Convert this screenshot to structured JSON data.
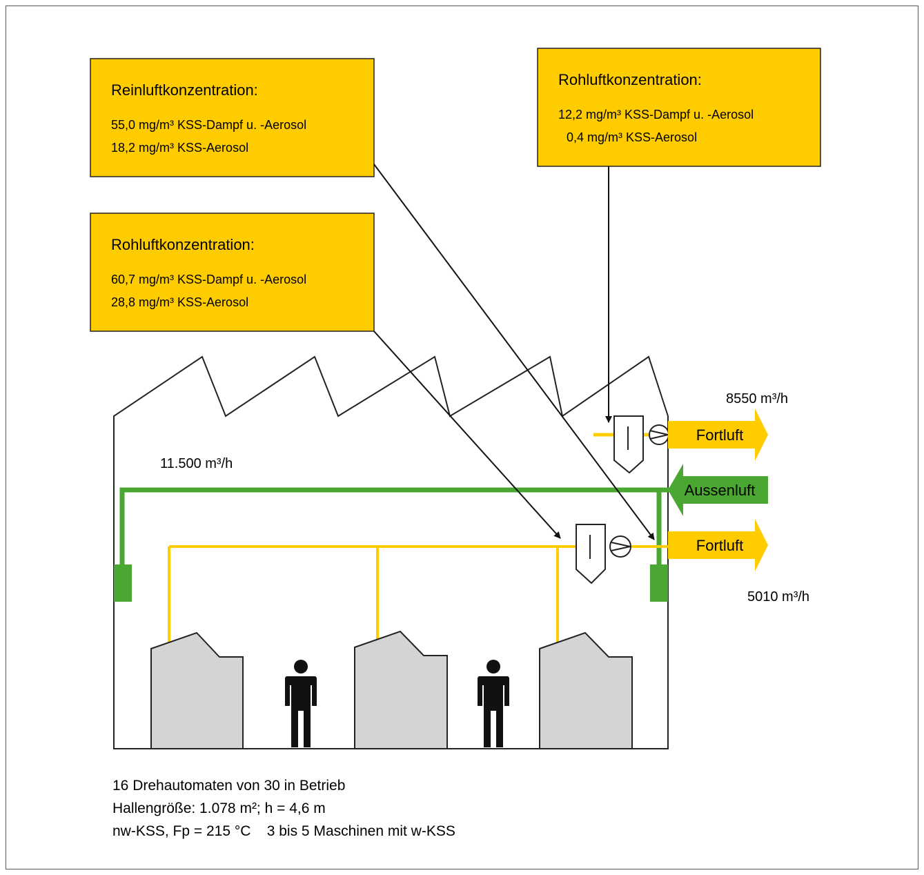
{
  "boxes": {
    "reinluft": {
      "title": "Reinluftkonzentration:",
      "lines": [
        "55,0 mg/m³ KSS-Dampf u. -Aerosol",
        "18,2 mg/m³ KSS-Aerosol"
      ]
    },
    "rohluft_left": {
      "title": "Rohluftkonzentration:",
      "lines": [
        "60,7 mg/m³ KSS-Dampf u. -Aerosol",
        "28,8 mg/m³ KSS-Aerosol"
      ]
    },
    "rohluft_right": {
      "title": "Rohluftkonzentration:",
      "lines": [
        "12,2 mg/m³ KSS-Dampf u. -Aerosol",
        "0,4 mg/m³ KSS-Aerosol"
      ]
    }
  },
  "flows": {
    "supply": "11.500 m³/h",
    "exhaust_top": "8550 m³/h",
    "exhaust_bottom": "5010 m³/h"
  },
  "arrows": {
    "fortluft_top": "Fortluft",
    "aussenluft": "Aussenluft",
    "fortluft_bottom": "Fortluft"
  },
  "notes": [
    "16 Drehautomaten von 30 in Betrieb",
    "Hallengröße: 1.078 m²; h = 4,6 m",
    "nw-KSS, Fp = 215 °C    3 bis 5 Maschinen mit w-KSS"
  ],
  "colors": {
    "box_fill": "#ffcc00",
    "exhaust": "#ffcc00",
    "supply": "#4aa832",
    "machine": "#d4d4d4"
  }
}
